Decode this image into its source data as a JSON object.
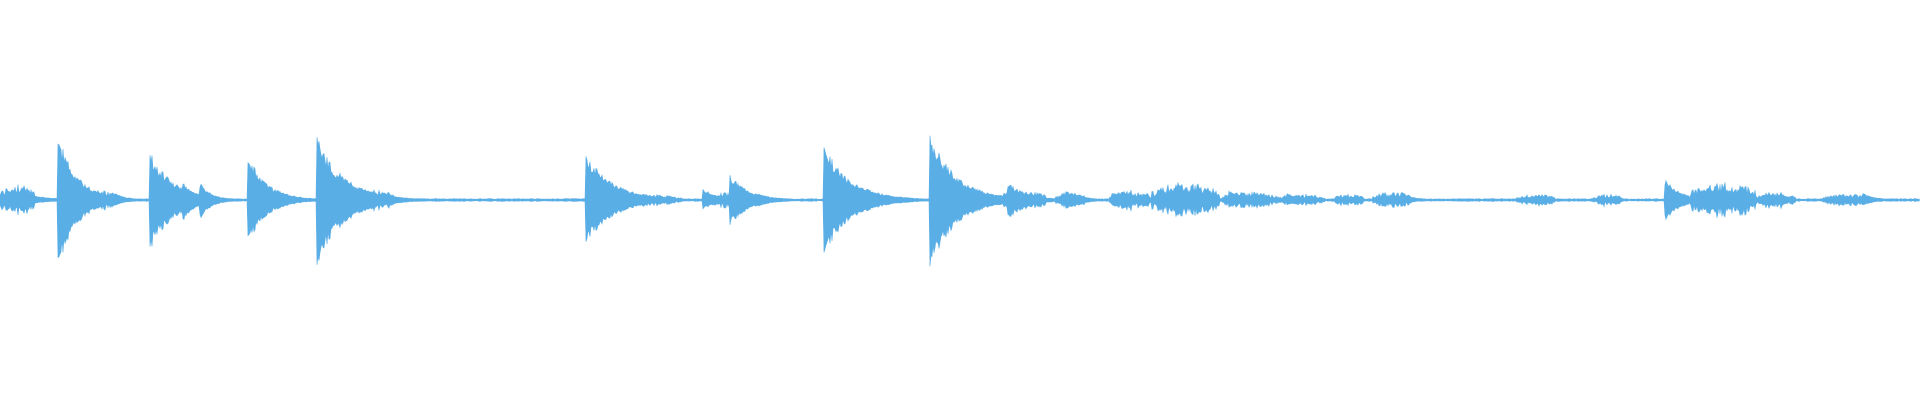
{
  "waveform": {
    "color": "#5aaee6",
    "background": "#ffffff",
    "baseline_amplitude": 0.005,
    "noise_segments": [
      {
        "start": 0.0,
        "end": 0.018,
        "amp": 0.08
      },
      {
        "start": 0.038,
        "end": 0.062,
        "amp": 0.05
      },
      {
        "start": 0.08,
        "end": 0.11,
        "amp": 0.05
      },
      {
        "start": 0.13,
        "end": 0.15,
        "amp": 0.03
      },
      {
        "start": 0.165,
        "end": 0.205,
        "amp": 0.06
      },
      {
        "start": 0.305,
        "end": 0.355,
        "amp": 0.03
      },
      {
        "start": 0.366,
        "end": 0.4,
        "amp": 0.04
      },
      {
        "start": 0.43,
        "end": 0.46,
        "amp": 0.04
      },
      {
        "start": 0.485,
        "end": 0.5,
        "amp": 0.03
      },
      {
        "start": 0.52,
        "end": 0.545,
        "amp": 0.05
      },
      {
        "start": 0.55,
        "end": 0.565,
        "amp": 0.04
      },
      {
        "start": 0.578,
        "end": 0.6,
        "amp": 0.05
      },
      {
        "start": 0.6,
        "end": 0.635,
        "amp": 0.09
      },
      {
        "start": 0.636,
        "end": 0.665,
        "amp": 0.04
      },
      {
        "start": 0.665,
        "end": 0.69,
        "amp": 0.03
      },
      {
        "start": 0.695,
        "end": 0.71,
        "amp": 0.03
      },
      {
        "start": 0.715,
        "end": 0.735,
        "amp": 0.04
      },
      {
        "start": 0.79,
        "end": 0.81,
        "amp": 0.03
      },
      {
        "start": 0.83,
        "end": 0.845,
        "amp": 0.03
      },
      {
        "start": 0.88,
        "end": 0.915,
        "amp": 0.09
      },
      {
        "start": 0.915,
        "end": 0.935,
        "amp": 0.04
      },
      {
        "start": 0.95,
        "end": 0.975,
        "amp": 0.03
      }
    ],
    "transients": [
      {
        "pos": 0.008,
        "up": 0.05,
        "down": 0.04,
        "decay": 0.012
      },
      {
        "pos": 0.03,
        "up": 0.34,
        "down": 0.35,
        "decay": 0.01
      },
      {
        "pos": 0.042,
        "up": 0.05,
        "down": 0.04,
        "decay": 0.008
      },
      {
        "pos": 0.058,
        "up": 0.05,
        "down": 0.04,
        "decay": 0.006
      },
      {
        "pos": 0.078,
        "up": 0.25,
        "down": 0.26,
        "decay": 0.012
      },
      {
        "pos": 0.095,
        "up": 0.1,
        "down": 0.12,
        "decay": 0.006
      },
      {
        "pos": 0.104,
        "up": 0.09,
        "down": 0.1,
        "decay": 0.006
      },
      {
        "pos": 0.129,
        "up": 0.23,
        "down": 0.22,
        "decay": 0.01
      },
      {
        "pos": 0.165,
        "up": 0.32,
        "down": 0.33,
        "decay": 0.014
      },
      {
        "pos": 0.2,
        "up": 0.04,
        "down": 0.03,
        "decay": 0.006
      },
      {
        "pos": 0.305,
        "up": 0.24,
        "down": 0.23,
        "decay": 0.014
      },
      {
        "pos": 0.366,
        "up": 0.06,
        "down": 0.05,
        "decay": 0.008
      },
      {
        "pos": 0.38,
        "up": 0.13,
        "down": 0.13,
        "decay": 0.01
      },
      {
        "pos": 0.429,
        "up": 0.28,
        "down": 0.28,
        "decay": 0.014
      },
      {
        "pos": 0.484,
        "up": 0.34,
        "down": 0.35,
        "decay": 0.014
      },
      {
        "pos": 0.525,
        "up": 0.09,
        "down": 0.1,
        "decay": 0.01
      },
      {
        "pos": 0.555,
        "up": 0.05,
        "down": 0.05,
        "decay": 0.008
      },
      {
        "pos": 0.579,
        "up": 0.04,
        "down": 0.03,
        "decay": 0.005
      },
      {
        "pos": 0.62,
        "up": 0.06,
        "down": 0.05,
        "decay": 0.008
      },
      {
        "pos": 0.64,
        "up": 0.05,
        "down": 0.04,
        "decay": 0.008
      },
      {
        "pos": 0.67,
        "up": 0.04,
        "down": 0.03,
        "decay": 0.005
      },
      {
        "pos": 0.68,
        "up": 0.03,
        "down": 0.02,
        "decay": 0.005
      },
      {
        "pos": 0.73,
        "up": 0.04,
        "down": 0.03,
        "decay": 0.006
      },
      {
        "pos": 0.867,
        "up": 0.11,
        "down": 0.11,
        "decay": 0.008
      },
      {
        "pos": 0.89,
        "up": 0.06,
        "down": 0.06,
        "decay": 0.01
      },
      {
        "pos": 0.97,
        "up": 0.04,
        "down": 0.03,
        "decay": 0.006
      }
    ]
  }
}
